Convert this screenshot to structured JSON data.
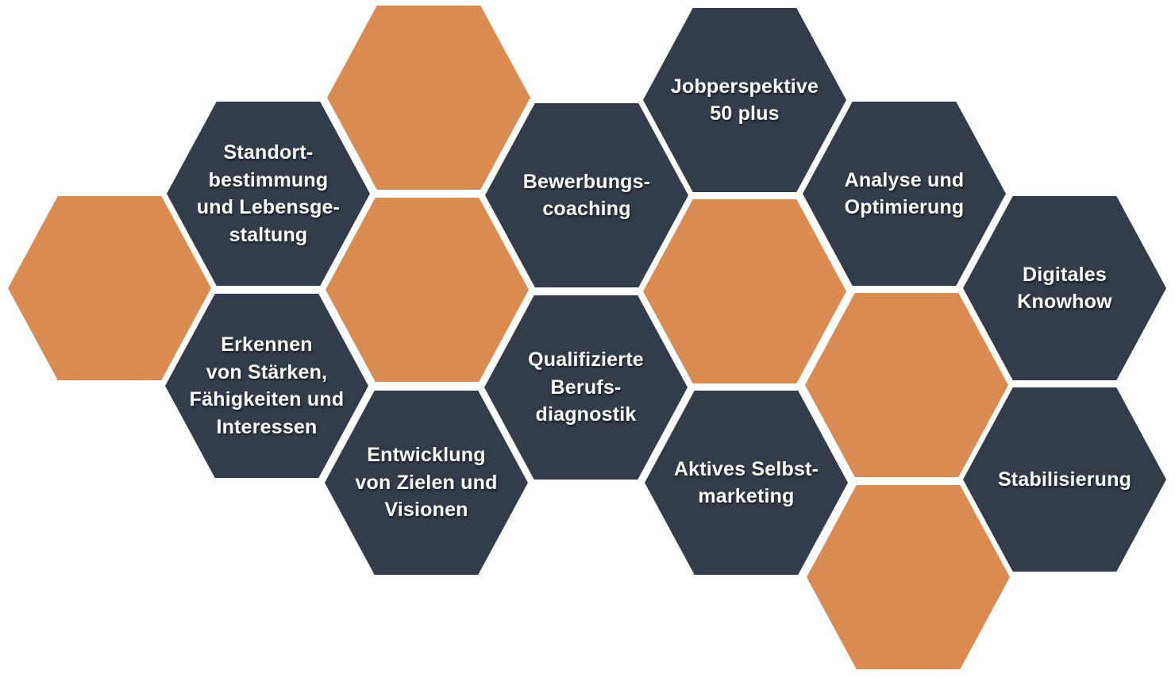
{
  "colors": {
    "dark": "#323c4a",
    "orange": "#d98b52",
    "text": "#ffffff"
  },
  "hexagons": [
    {
      "label": "Standort-\nbestimmung\nund Lebensge-\nstaltung"
    },
    {
      "label": "Erkennen\nvon Stärken,\nFähigkeiten und\nInteressen"
    },
    {
      "label": "Entwicklung\nvon Zielen und\nVisionen"
    },
    {
      "label": "Bewerbungs-\ncoaching"
    },
    {
      "label": "Qualifizierte\nBerufs-\ndiagnostik"
    },
    {
      "label": "Jobperspektive\n50 plus"
    },
    {
      "label": "Aktives Selbst-\nmarketing"
    },
    {
      "label": "Analyse und\nOptimierung"
    },
    {
      "label": "Digitales\nKnowhow"
    },
    {
      "label": "Stabilisierung"
    }
  ]
}
